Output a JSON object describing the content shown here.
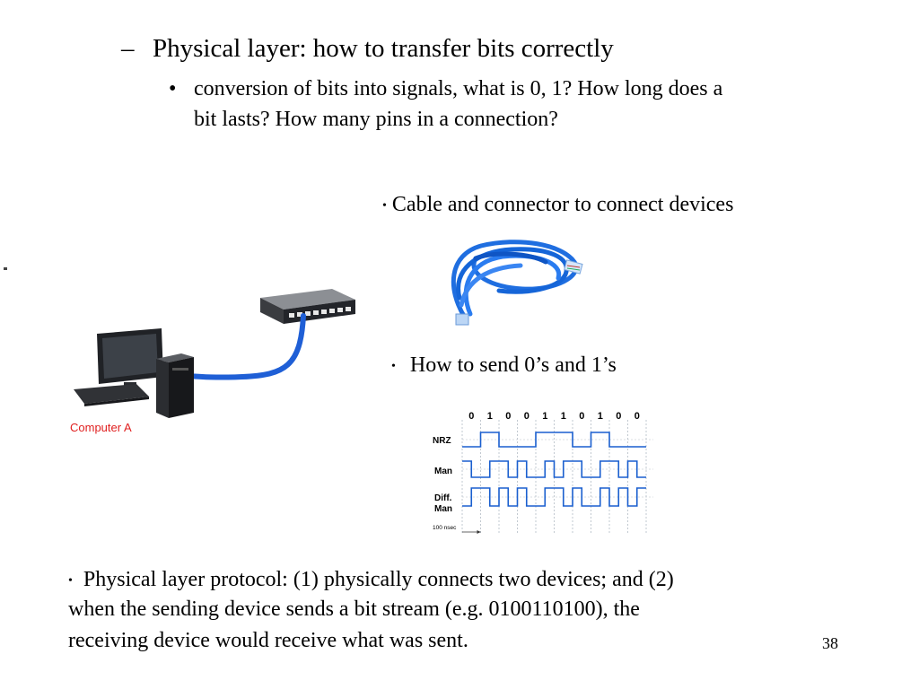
{
  "slide": {
    "heading": "Physical layer: how to transfer bits correctly",
    "heading_marker": "–",
    "bullet_marker": "•",
    "sub_bullet_line1": "conversion of bits into signals, what is 0, 1? How long does a",
    "sub_bullet_line2": "bit lasts? How many pins in a connection?",
    "cable_caption": "Cable and connector to connect devices",
    "send_caption": "How to send 0’s and 1’s",
    "footer_line1": "Physical layer protocol: (1) physically connects two devices; and (2)",
    "footer_line2": "when the sending device sends a bit stream (e.g. 0100110100), the",
    "footer_line3": "receiving device would receive what was sent.",
    "page_number": "38"
  },
  "network_figure": {
    "computer_label": "Computer A",
    "computer_label_color": "#e02020",
    "cable_color": "#1f5fd6"
  },
  "encoding_figure": {
    "bits": [
      "0",
      "1",
      "0",
      "0",
      "1",
      "1",
      "0",
      "1",
      "0",
      "0"
    ],
    "row_labels": [
      "NRZ",
      "Man",
      "Diff.",
      "Man"
    ],
    "time_label": "100 nsec",
    "signal_color": "#1a5fcf"
  },
  "colors": {
    "text": "#000000",
    "background": "#ffffff"
  }
}
